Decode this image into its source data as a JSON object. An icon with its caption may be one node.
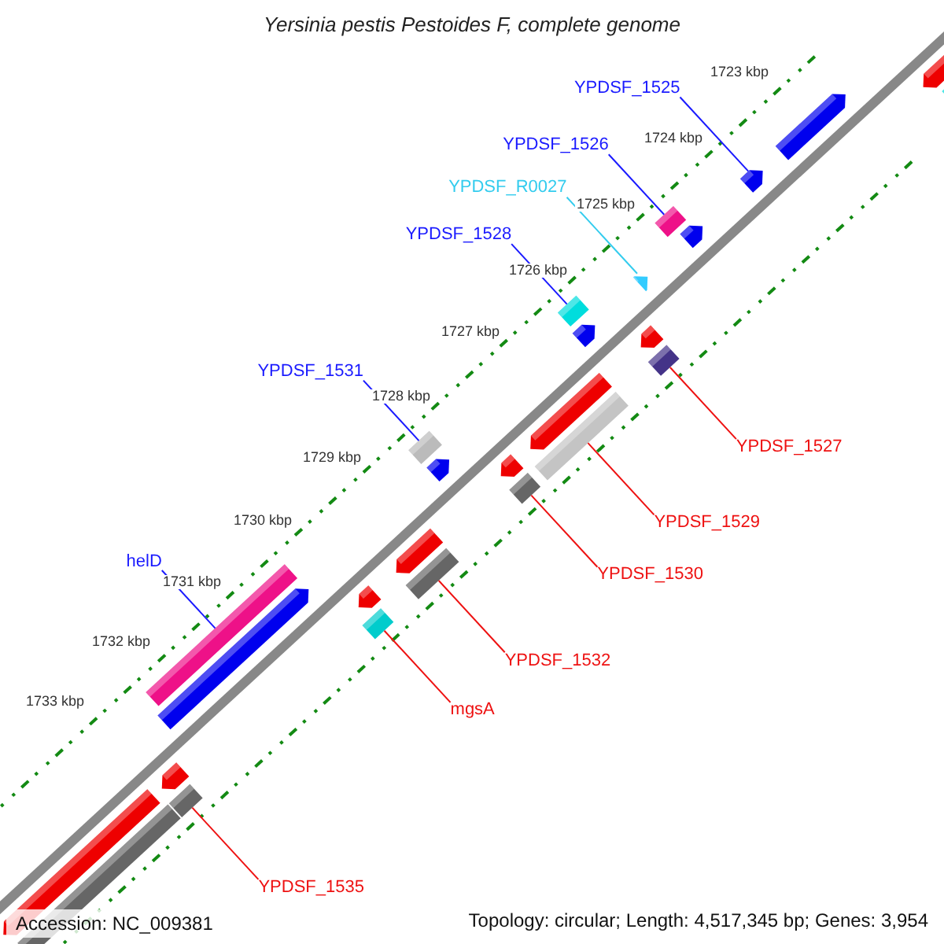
{
  "diagram": {
    "title": "Yersinia pestis Pestoides F, complete genome",
    "nodes": [
      {
        "text": [
          "YPDSF_1525"
        ]
      },
      {
        "text": [
          "YPDSF_1526"
        ]
      },
      {
        "text": [
          "YPDSF_R0027"
        ]
      },
      {
        "text": [
          "YPDSF_1528"
        ]
      },
      {
        "text": [
          "YPDSF_1531"
        ]
      },
      {
        "text": [
          "helD"
        ]
      },
      {
        "text": [
          "YPDSF_1527"
        ]
      },
      {
        "text": [
          "YPDSF_1529"
        ]
      },
      {
        "text": [
          "YPDSF_1530"
        ]
      },
      {
        "text": [
          "YPDSF_1532"
        ]
      },
      {
        "text": [
          "mgsA"
        ]
      },
      {
        "text": [
          "YPDSF_1535"
        ]
      },
      {
        "text": [],
        "shape": "bar"
      },
      {
        "text": [],
        "shape": "bar"
      },
      {
        "text": [],
        "shape": "bar"
      },
      {
        "text": [],
        "shape": "bar"
      },
      {
        "text": [],
        "shape": "bar"
      },
      {
        "text": [],
        "shape": "bar"
      },
      {
        "text": [],
        "shape": "bar"
      },
      {
        "text": [],
        "shape": "bar"
      },
      {
        "text": [],
        "shape": "bar"
      },
      {
        "text": [],
        "shape": "bar"
      },
      {
        "text": [],
        "shape": "bar"
      },
      {
        "text": [],
        "shape": "bar"
      },
      {
        "text": [],
        "shape": "bar"
      },
      {
        "text": [],
        "shape": "bar"
      },
      {
        "text": [],
        "shape": "bar"
      },
      {
        "text": [],
        "shape": "bar"
      },
      {
        "text": [],
        "shape": "bar"
      },
      {
        "text": [],
        "shape": "bar"
      },
      {
        "text": [],
        "shape": "bar"
      },
      {
        "text": [],
        "shape": "bar"
      },
      {
        "text": [],
        "shape": "bar"
      },
      {
        "text": [],
        "shape": "bar"
      },
      {
        "text": [],
        "shape": "bar"
      },
      {
        "text": [],
        "shape": "bar"
      },
      {
        "text": [],
        "shape": "bar"
      },
      {
        "text": [],
        "shape": "bar"
      },
      {
        "text": [],
        "shape": "bar"
      }
    ],
    "edges": [
      {
        "from": 0,
        "to": 12,
        "arrow": "none",
        "color": "#1a1aff"
      },
      {
        "from": 1,
        "to": 13,
        "arrow": "none",
        "color": "#1a1aff"
      },
      {
        "from": 2,
        "to": 14,
        "arrow": "none",
        "color": "#33ccee"
      },
      {
        "from": 3,
        "to": 15,
        "arrow": "none",
        "color": "#1a1aff"
      },
      {
        "from": 4,
        "to": 16,
        "arrow": "none",
        "color": "#1a1aff"
      },
      {
        "from": 5,
        "to": 17,
        "arrow": "none",
        "color": "#1a1aff"
      },
      {
        "from": 6,
        "to": 18,
        "arrow": "none",
        "color": "#ee1111"
      },
      {
        "from": 7,
        "to": 19,
        "arrow": "none",
        "color": "#ee1111"
      },
      {
        "from": 8,
        "to": 20,
        "arrow": "none",
        "color": "#ee1111"
      },
      {
        "from": 9,
        "to": 21,
        "arrow": "none",
        "color": "#ee1111"
      },
      {
        "from": 10,
        "to": 22,
        "arrow": "none",
        "color": "#ee1111"
      },
      {
        "from": 11,
        "to": 23,
        "arrow": "none",
        "color": "#ee1111"
      }
    ],
    "labels": [
      "1723 kbp",
      "1724 kbp",
      "1725 kbp",
      "1726 kbp",
      "1727 kbp",
      "1728 kbp",
      "1729 kbp",
      "1730 kbp",
      "1731 kbp",
      "1732 kbp",
      "1733 kbp",
      "Accession: NC_009381",
      "Topology: circular; Length: 4,517,345 bp; Genes: 3,954"
    ]
  }
}
